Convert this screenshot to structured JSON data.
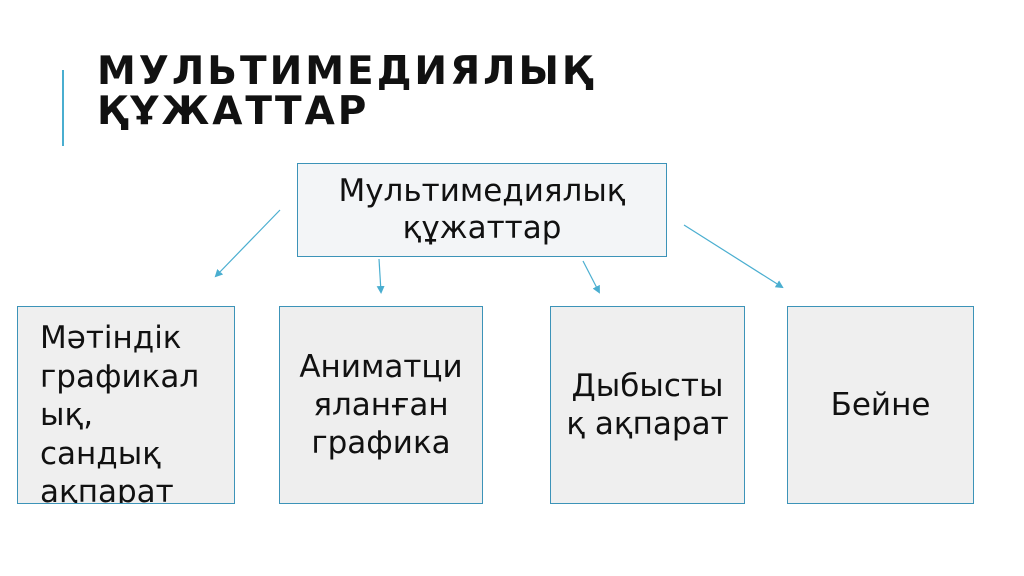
{
  "slide": {
    "title_line1": "МУЛЬТИМЕДИЯЛЫҚ",
    "title_line2": "ҚҰЖАТТАР"
  },
  "diagram": {
    "root": {
      "line1": "Мультимедиялық",
      "line2": "құжаттар"
    },
    "children": [
      {
        "lines": [
          "Мәтіндік",
          "графикал",
          "ық,",
          "сандық",
          "ақпарат"
        ]
      },
      {
        "lines": [
          "Аниматци",
          "яланған",
          "графика"
        ]
      },
      {
        "lines": [
          "Дыбысты",
          "қ ақпарат"
        ]
      },
      {
        "lines": [
          "Бейне"
        ]
      }
    ],
    "colors": {
      "accent": "#4aaed0",
      "box_border": "#3c93b8",
      "arrow": "#4aaed0",
      "box_fill": "#efefef"
    }
  }
}
